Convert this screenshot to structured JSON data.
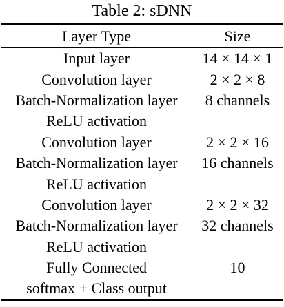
{
  "caption": "Table 2: sDNN",
  "table": {
    "headers": [
      "Layer Type",
      "Size"
    ],
    "rows": [
      {
        "layer": "Input layer",
        "size": "14 × 14 × 1"
      },
      {
        "layer": "Convolution layer",
        "size": "2 × 2 × 8"
      },
      {
        "layer": "Batch-Normalization layer",
        "size": "8 channels"
      },
      {
        "layer": "ReLU activation",
        "size": ""
      },
      {
        "layer": "Convolution layer",
        "size": "2 × 2 × 16"
      },
      {
        "layer": "Batch-Normalization layer",
        "size": "16 channels"
      },
      {
        "layer": "ReLU activation",
        "size": ""
      },
      {
        "layer": "Convolution layer",
        "size": "2 × 2 × 32"
      },
      {
        "layer": "Batch-Normalization layer",
        "size": "32 channels"
      },
      {
        "layer": "ReLU activation",
        "size": ""
      },
      {
        "layer": "Fully Connected",
        "size": "10"
      },
      {
        "layer": "softmax + Class output",
        "size": ""
      }
    ]
  }
}
